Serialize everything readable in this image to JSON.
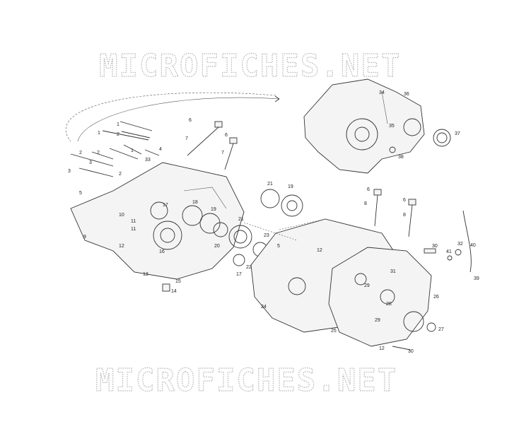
{
  "watermark": {
    "top": "MICROFICHES.NET",
    "bottom": "MICROFICHES.NET"
  },
  "callouts": [
    "1",
    "2",
    "1",
    "2",
    "3",
    "2",
    "1",
    "33",
    "4",
    "3",
    "2",
    "6",
    "7",
    "6",
    "7",
    "5",
    "9",
    "10",
    "11",
    "12",
    "13",
    "14",
    "15",
    "16",
    "17",
    "18",
    "19",
    "20",
    "21",
    "22",
    "23",
    "21",
    "19",
    "17",
    "12",
    "24",
    "25",
    "26",
    "27",
    "28",
    "29",
    "29",
    "12",
    "30",
    "31",
    "30",
    "32",
    "41",
    "40",
    "39",
    "34",
    "36",
    "35",
    "37",
    "38",
    "6",
    "8",
    "6",
    "8",
    "5",
    "11"
  ]
}
